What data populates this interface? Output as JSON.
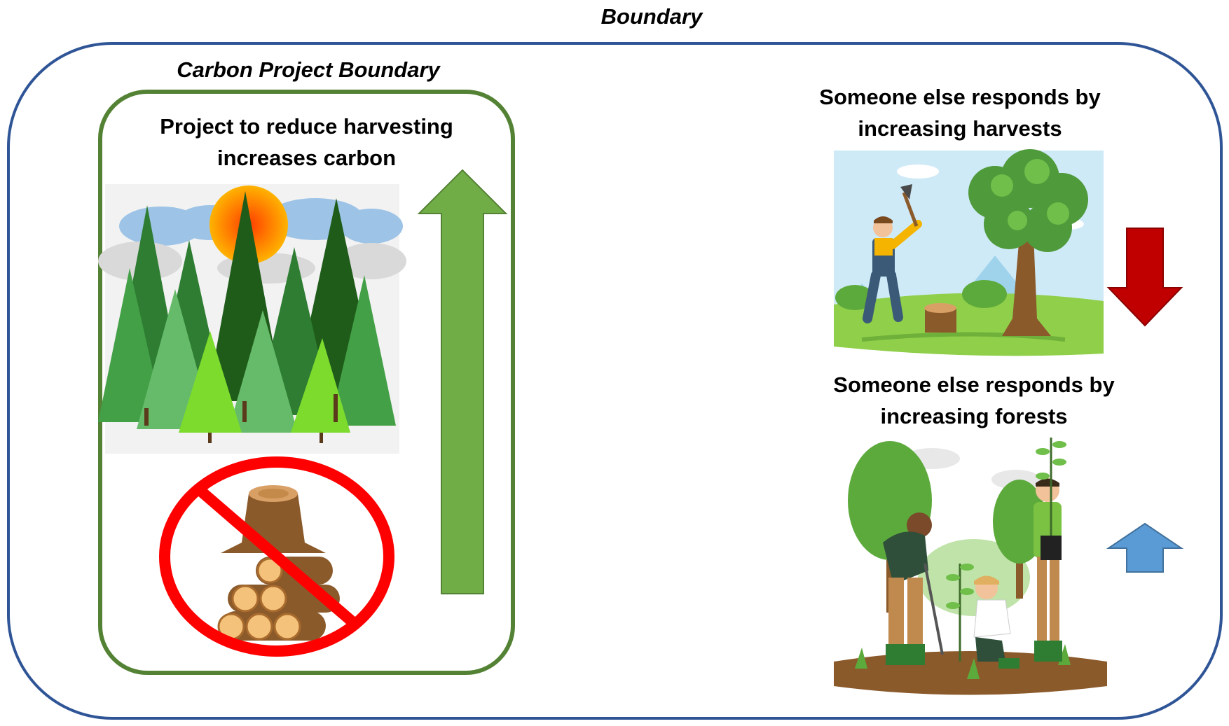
{
  "outer_boundary": {
    "label": "Boundary"
  },
  "project_boundary": {
    "label": "Carbon Project Boundary"
  },
  "project": {
    "heading": "Project to reduce harvesting increases carbon"
  },
  "response_harvest": {
    "heading": "Someone else responds by increasing harvests"
  },
  "response_forest": {
    "heading": "Someone else responds by increasing forests"
  },
  "colors": {
    "outer_border": "#2f5597",
    "inner_border": "#548235",
    "up_arrow_large": "#70ad47",
    "down_arrow": "#c00000",
    "up_arrow_small": "#5b9bd5",
    "no_symbol": "#ff0000"
  },
  "icons": {
    "forest": "conifer-forest-illustration",
    "no_logging": "no-logging-icon",
    "harvest": "man-chopping-tree-illustration",
    "planting": "people-planting-trees-illustration"
  }
}
